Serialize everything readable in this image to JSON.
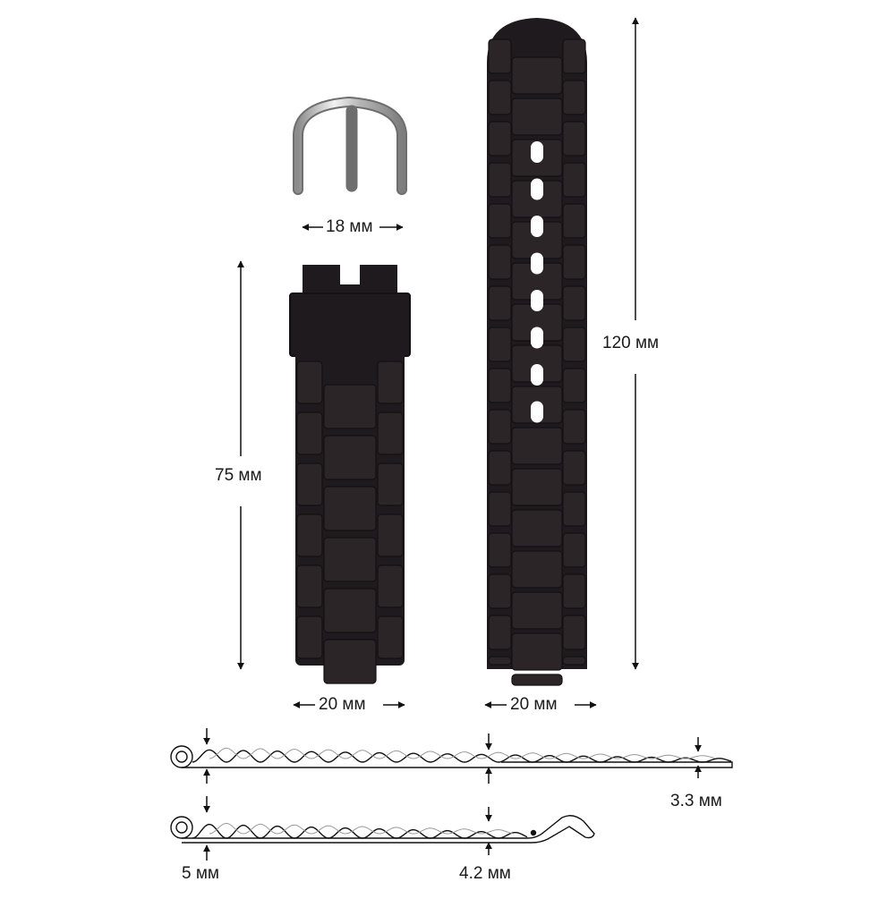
{
  "labels": {
    "buckle_width": "18 мм",
    "short_length": "75 мм",
    "long_length": "120 мм",
    "short_width": "20 мм",
    "long_width": "20 мм",
    "thickness_end": "3.3 мм",
    "thickness_start": "5 мм",
    "thickness_middle": "4.2 мм"
  },
  "colors": {
    "strap": "#1f1a1d",
    "strap_link": "#2b2528",
    "strap_edge": "#141013",
    "buckle": "#c9c9c9",
    "line": "#111111"
  },
  "strap_long": {
    "holes": 8
  }
}
